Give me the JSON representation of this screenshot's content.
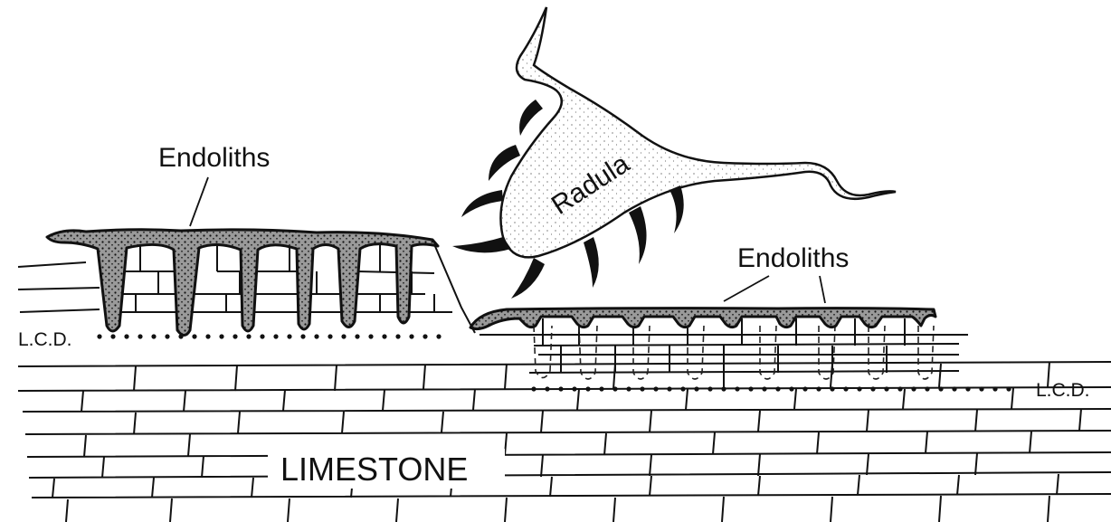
{
  "labels": {
    "endoliths_left": "Endoliths",
    "endoliths_right": "Endoliths",
    "radula": "Radula",
    "lcd_left": "L.C.D.",
    "lcd_right": "L.C.D.",
    "limestone": "LIMESTONE"
  }
}
